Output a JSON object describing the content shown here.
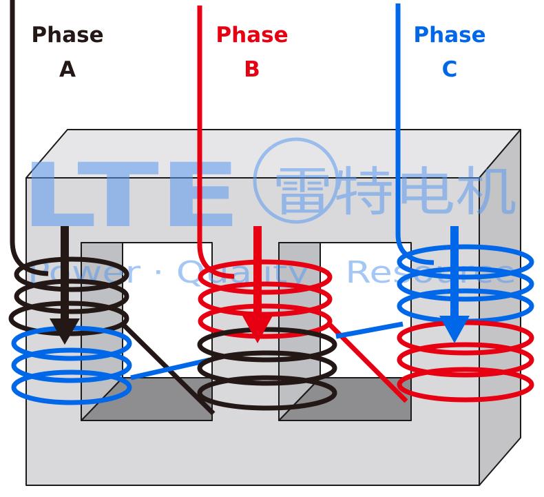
{
  "phases": [
    {
      "name": "Phase",
      "letter": "A",
      "color": "#231815"
    },
    {
      "name": "Phase",
      "letter": "B",
      "color": "#e60012"
    },
    {
      "name": "Phase",
      "letter": "C",
      "color": "#0068e8"
    }
  ],
  "watermark": {
    "logo": "LTE",
    "chinese": "雷特电机",
    "tagline": "Power · Quality · Resource",
    "color": "#5b9bf0"
  },
  "core_colors": {
    "front": "#d9d9db",
    "side": "#c4c4c6",
    "top": "#e6e6e8",
    "window": "#8e8e90",
    "outline": "#1a1a1a"
  }
}
